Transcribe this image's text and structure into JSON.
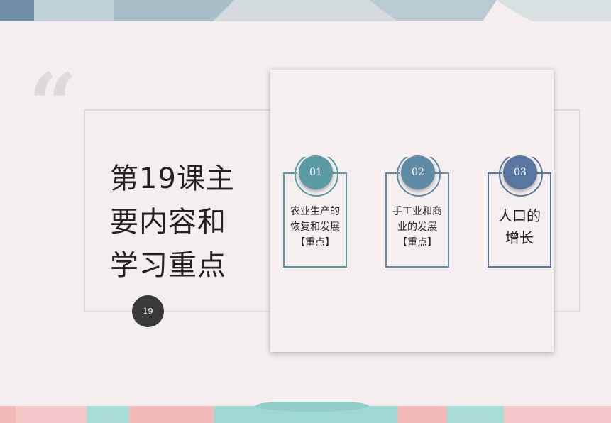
{
  "title": "第19课主要内容和学习重点",
  "page_number": "19",
  "quote_mark": "“",
  "colors": {
    "teal": "#5a9aa3",
    "blue_gray": "#5f8aa8",
    "slate_blue": "#5676a0",
    "badge": "#3a3a3a"
  },
  "cards": [
    {
      "number": "01",
      "text": "农业生产的恢复和发展【重点】"
    },
    {
      "number": "02",
      "text": "手工业和商业的发展【重点】"
    },
    {
      "number": "03",
      "text": "人口的增长"
    }
  ]
}
